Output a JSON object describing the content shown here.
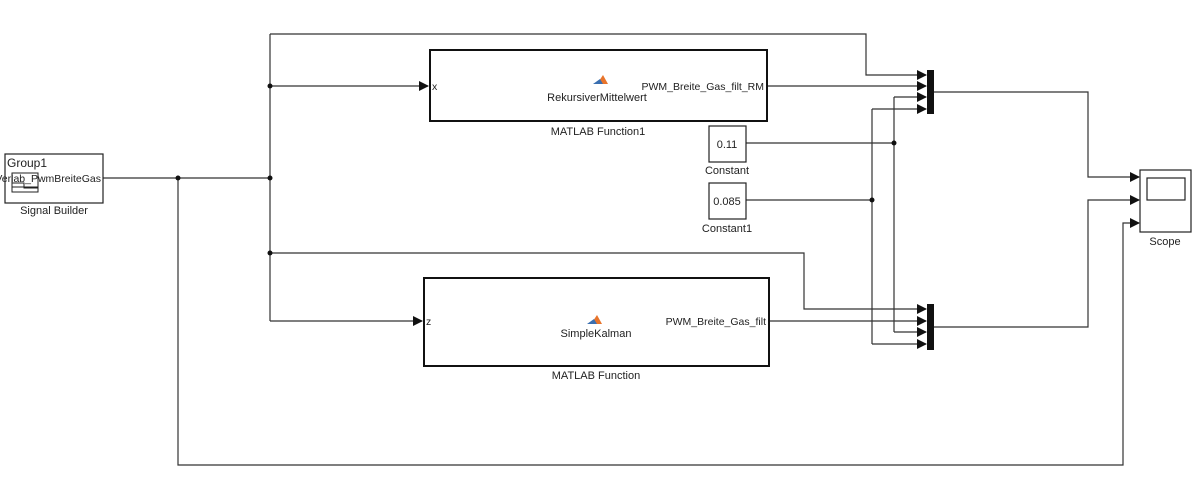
{
  "signal_builder": {
    "group": "Group1",
    "signal": "Verlab_PwmBreiteGas",
    "label": "Signal Builder"
  },
  "matlab_function1": {
    "input": "x",
    "name": "RekursiverMittelwert",
    "output": "PWM_Breite_Gas_filt_RM",
    "label": "MATLAB Function1",
    "icon": "matlab-logo-icon"
  },
  "matlab_function": {
    "input": "z",
    "name": "SimpleKalman",
    "output": "PWM_Breite_Gas_filt",
    "label": "MATLAB Function",
    "icon": "matlab-logo-icon"
  },
  "constant": {
    "value": "0.11",
    "label": "Constant"
  },
  "constant1": {
    "value": "0.085",
    "label": "Constant1"
  },
  "scope": {
    "label": "Scope"
  }
}
